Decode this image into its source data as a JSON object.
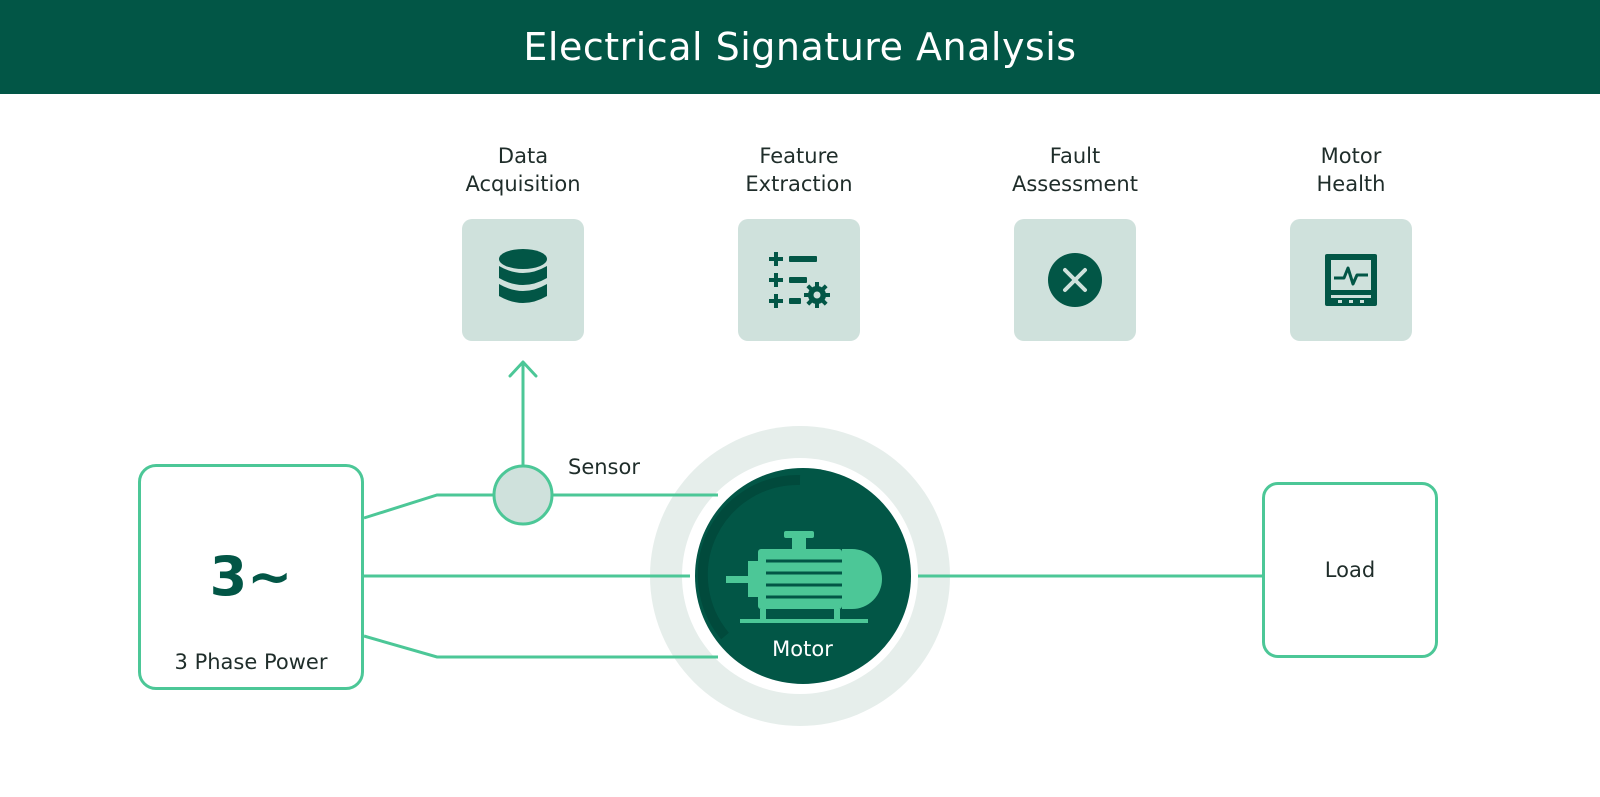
{
  "header": {
    "title": "Electrical Signature Analysis"
  },
  "steps": [
    {
      "label": "Data\nAcquisition",
      "icon": "database-icon"
    },
    {
      "label": "Feature\nExtraction",
      "icon": "settings-list-icon"
    },
    {
      "label": "Fault\nAssessment",
      "icon": "fault-x-icon"
    },
    {
      "label": "Motor\nHealth",
      "icon": "monitor-waveform-icon"
    }
  ],
  "power": {
    "symbol": "3~",
    "label": "3 Phase Power"
  },
  "sensor": {
    "label": "Sensor"
  },
  "motor": {
    "label": "Motor"
  },
  "load": {
    "label": "Load"
  },
  "colors": {
    "primary": "#025646",
    "accent": "#4cc797",
    "tile": "#cfe1dc",
    "halo": "#e6eeeb"
  }
}
